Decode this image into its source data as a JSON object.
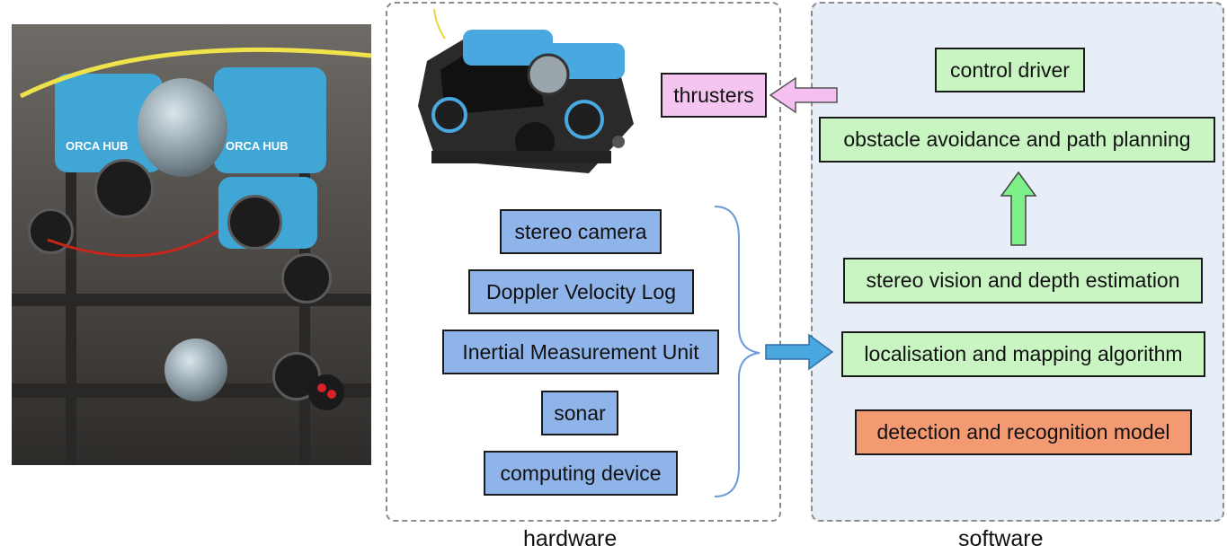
{
  "hardware": {
    "caption": "hardware",
    "components": [
      "stereo camera",
      "Doppler Velocity Log",
      "Inertial Measurement Unit",
      "sonar",
      "computing device"
    ]
  },
  "software": {
    "caption": "software",
    "modules": {
      "control_driver": "control driver",
      "path_planning": "obstacle avoidance and path planning",
      "stereo_vision": "stereo vision and depth estimation",
      "localisation": "localisation and mapping algorithm",
      "detection": "detection and recognition model"
    }
  },
  "actuators": {
    "thrusters": "thrusters"
  },
  "photo": {
    "logo_text": "ORCA HUB"
  },
  "colors": {
    "hardware_box": "#8fb4ea",
    "software_box": "#c9f5c3",
    "thrusters_box": "#f5c5f2",
    "detection_box": "#f39a73",
    "software_panel": "#e8eef7",
    "arrow_blue": "#4aa8e0",
    "arrow_green": "#7ef08a",
    "arrow_pink": "#f5bff2"
  }
}
